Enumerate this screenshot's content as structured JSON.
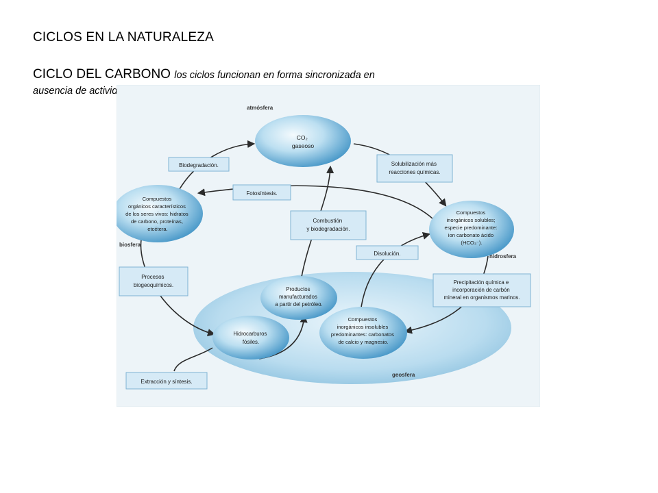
{
  "header": {
    "title": "CICLOS EN LA NATURALEZA",
    "cycle_title": "CICLO DEL CARBONO",
    "cycle_note": "los ciclos funcionan en forma sincronizada en ausencia de actividades contaminantes"
  },
  "diagram": {
    "regions": {
      "atmosphere": "atmósfera",
      "biosphere": "biosfera",
      "hydrosphere": "hidrosfera",
      "geosphere": "geosfera"
    },
    "nodes": {
      "co2": [
        "CO₂",
        "gaseoso"
      ],
      "organic": [
        "Compuestos",
        "orgánicos característicos",
        "de los seres vivos: hidratos",
        "de carbono, proteínas,",
        "etcétera."
      ],
      "soluble": [
        "Compuestos",
        "inorgánicos solubles;",
        "especie predominante:",
        "ion carbonato ácido",
        "(HCO₃⁻)."
      ],
      "products": [
        "Productos",
        "manufacturados",
        "a partir del petróleo."
      ],
      "hydrocarbons": [
        "Hidrocarburos",
        "fósiles."
      ],
      "insoluble": [
        "Compuestos",
        "inorgánicos insolubles",
        "predominantes: carbonatos",
        "de calcio y magnesio."
      ]
    },
    "labels": {
      "biodegradation": "Biodegradación.",
      "solubilization": [
        "Solubilización más",
        "reacciones químicas."
      ],
      "photosynthesis": "Fotosíntesis.",
      "combustion": [
        "Combustión",
        "y biodegradación."
      ],
      "dissolution": "Disolución.",
      "biogeochemical": [
        "Procesos",
        "biogeoquímicos."
      ],
      "precipitation": [
        "Precipitación química e",
        "incorporación de carbón",
        "mineral en organismos marinos."
      ],
      "extraction": "Extracción y síntesis."
    },
    "colors": {
      "background": "#ecf3f7",
      "node_dark": "#3f93c6",
      "node_light": "#cfe7f4",
      "label_fill": "#d6eaf6",
      "label_border": "#7fb3d3",
      "arrow": "#2b2b2b"
    }
  }
}
